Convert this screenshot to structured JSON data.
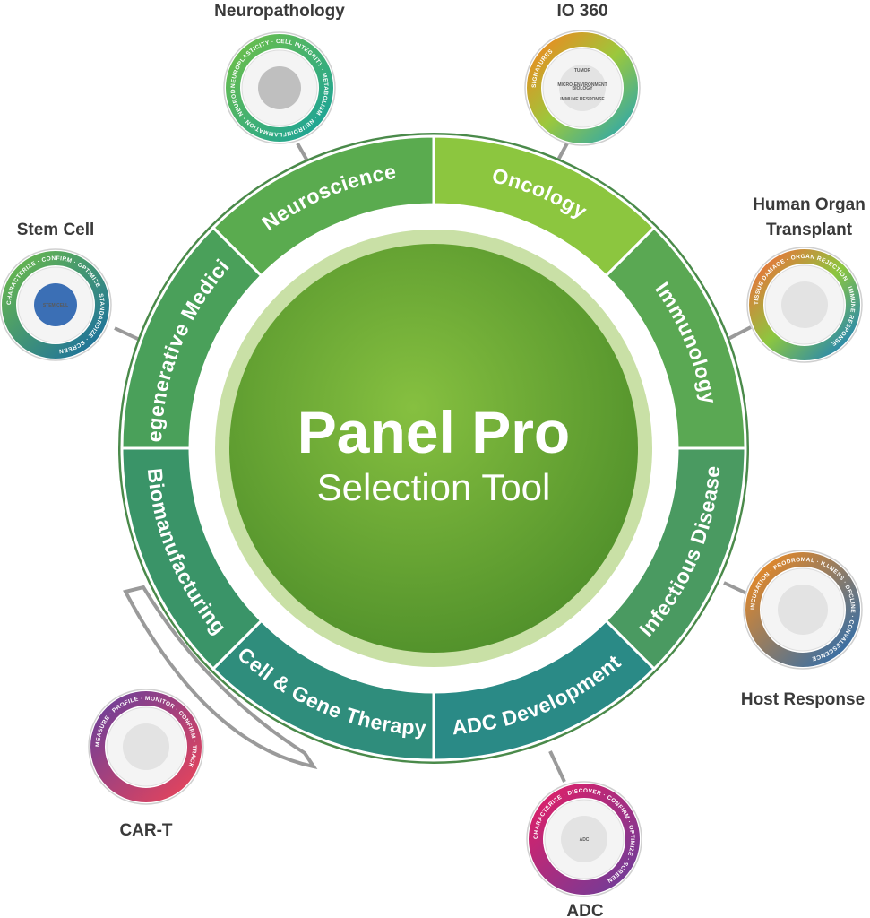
{
  "center": {
    "title": "Panel Pro",
    "subtitle": "Selection Tool",
    "color": "#6aa531"
  },
  "segments": [
    {
      "id": "neuroscience",
      "label": "Neuroscience",
      "color": "#5aab4f"
    },
    {
      "id": "oncology",
      "label": "Oncology",
      "color": "#8cc63f"
    },
    {
      "id": "immunology",
      "label": "Immunology",
      "color": "#5aa853"
    },
    {
      "id": "infectious-disease",
      "label": "Infectious Disease",
      "color": "#4a9a61"
    },
    {
      "id": "adc-development",
      "label": "ADC Development",
      "color": "#2a8a86"
    },
    {
      "id": "cell-gene-therapy",
      "label": "Cell & Gene Therapy",
      "color": "#2f8d7c"
    },
    {
      "id": "biomanufacturing",
      "label": "Biomanufacturing",
      "color": "#3a9468"
    },
    {
      "id": "regenerative-medicine",
      "label": "Regenerative Medicine",
      "color": "#4aa05a"
    }
  ],
  "applications": [
    {
      "id": "neuropathology",
      "label": "Neuropathology",
      "ring": [
        "#1aa39a",
        "#6dbf48"
      ],
      "ring_text": "NEUROPLASTICITY · CELL INTEGRITY · METABOLISM · NEUROINFLAMMATION · NEURODEGENERATION · NEURON-GLIA INTERACTION"
    },
    {
      "id": "io360",
      "label": "IO 360",
      "ring": [
        "#f0871f",
        "#7dbd42"
      ],
      "ring_text": "SIGNATURES",
      "inner": [
        "TUMOR",
        "MICRO-ENVIRONMENT",
        "IMMUNE RESPONSE"
      ],
      "core": "BIOLOGY"
    },
    {
      "id": "human-organ-transplant",
      "label_lines": [
        "Human Organ",
        "Transplant"
      ],
      "ring": [
        "#f26b3a",
        "#1aa6c8"
      ],
      "ring_text": "TISSUE DAMAGE · ORGAN REJECTION · IMMUNE RESPONSE"
    },
    {
      "id": "host-response",
      "label": "Host Response",
      "ring": [
        "#f08a1f",
        "#2a7dc0"
      ],
      "ring_text": "INCUBATION · PRODROMAL · ILLNESS · DECLINE · CONVALESCENCE"
    },
    {
      "id": "adc",
      "label": "ADC",
      "ring": [
        "#e01f67",
        "#7d3d9a"
      ],
      "ring_text": "CHARACTERIZE · DISCOVER · CONFIRM · OPTIMIZE · SCREEN",
      "core": "ADC"
    },
    {
      "id": "car-t",
      "label": "CAR-T",
      "ring": [
        "#7b3f9a",
        "#e8445a"
      ],
      "ring_text": "MEASURE · PROFILE · MONITOR · CONFIRM · TRACK"
    },
    {
      "id": "stem-cell",
      "label": "Stem Cell",
      "ring": [
        "#1a8fb0",
        "#6ab94a"
      ],
      "ring_text": "CHARACTERIZE · CONFIRM · OPTIMIZE · STANDARDIZE · SCREEN",
      "core": "STEM CELL"
    }
  ]
}
